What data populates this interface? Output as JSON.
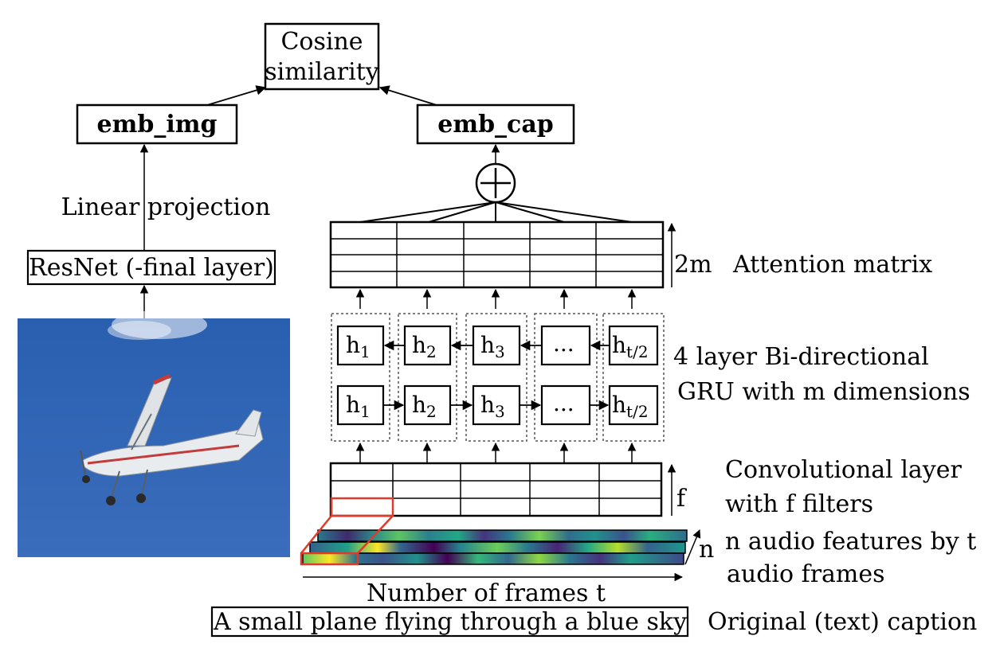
{
  "top_box": {
    "line1": "Cosine",
    "line2": "similarity"
  },
  "emb_img": "emb_img",
  "emb_cap": "emb_cap",
  "linear_projection": "Linear projection",
  "resnet": "ResNet (-final layer)",
  "attention_label": "Attention matrix",
  "attention_dim": "2m",
  "gru_label": {
    "line1": "4 layer Bi-directional",
    "line2": "GRU with m dimensions"
  },
  "conv_label": {
    "line1": "Convolutional layer",
    "line2": "with f filters"
  },
  "conv_dim": "f",
  "audio_label": {
    "line1": "n audio features by t",
    "line2": "audio frames"
  },
  "audio_dim": "n",
  "frames_label": "Number of frames t",
  "caption": "A small plane flying through a blue sky",
  "caption_label": "Original (text) caption",
  "gru_cells": [
    {
      "base": "h",
      "sub": "1"
    },
    {
      "base": "h",
      "sub": "2"
    },
    {
      "base": "h",
      "sub": "3"
    },
    {
      "base": "...",
      "sub": ""
    },
    {
      "base": "h",
      "sub": "t/2"
    }
  ],
  "colors": {
    "highlight": "#e03a2a",
    "sky": "#2f63b2"
  },
  "icons": {
    "sum": "circle-plus-icon",
    "image": "airplane-photo"
  }
}
